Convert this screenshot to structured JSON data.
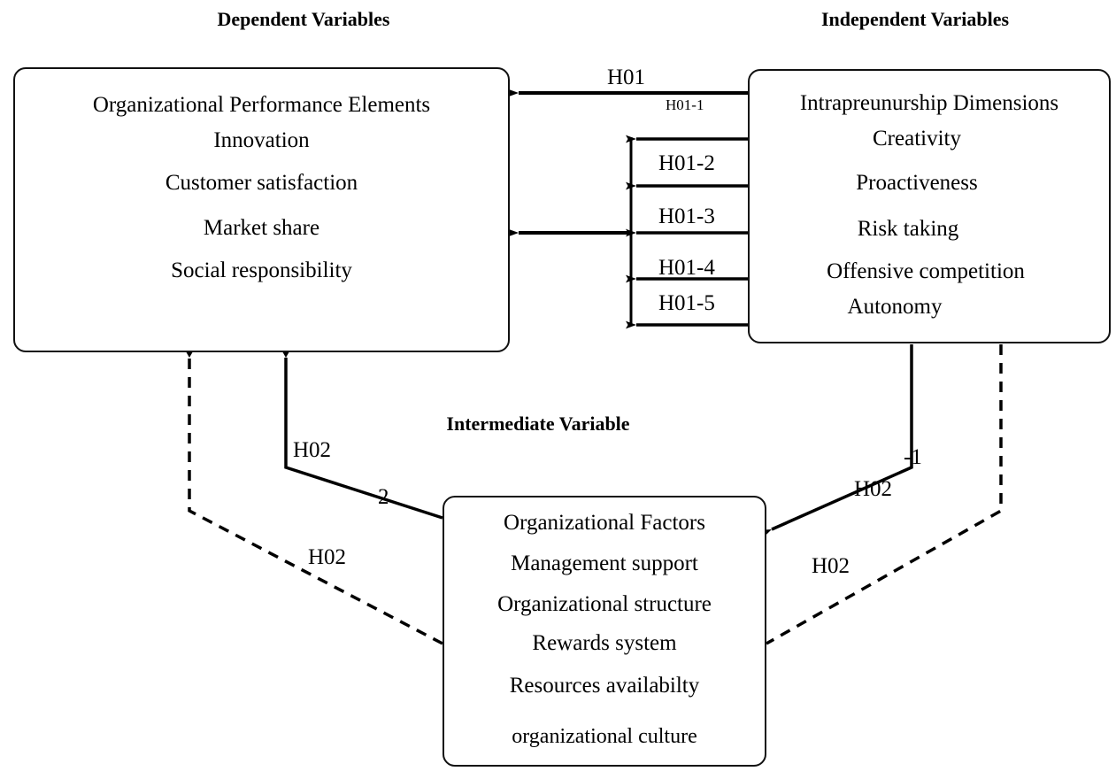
{
  "diagram": {
    "title_dependent": "Dependent Variables",
    "title_independent": "Independent Variables",
    "title_intermediate": "Intermediate Variable",
    "colors": {
      "stroke": "#111111",
      "background": "#ffffff",
      "text": "#000000"
    }
  },
  "dependent_box": {
    "lines": [
      "Organizational Performance Elements",
      "Innovation",
      "Customer satisfaction",
      "Market share",
      "Social responsibility"
    ]
  },
  "independent_box": {
    "lines": [
      "Intrapreunurship Dimensions",
      "Creativity",
      "Proactiveness",
      "Risk taking",
      "Offensive competition",
      "Autonomy"
    ]
  },
  "intermediate_box": {
    "lines": [
      "Organizational Factors",
      "Management support",
      "Organizational structure",
      "Rewards system",
      "Resources availabilty",
      "organizational culture"
    ]
  },
  "edge_labels": {
    "h01": "H01",
    "h01_1": "H01-1",
    "h01_2": "H01-2",
    "h01_3": "H01-3",
    "h01_4": "H01-4",
    "h01_5": "H01-5",
    "h02_a": "H02",
    "h02_a_suffix": "2",
    "h02_b": "H02",
    "h02_c": "H02",
    "h02_c_suffix": "-1",
    "h02_d": "H02"
  }
}
